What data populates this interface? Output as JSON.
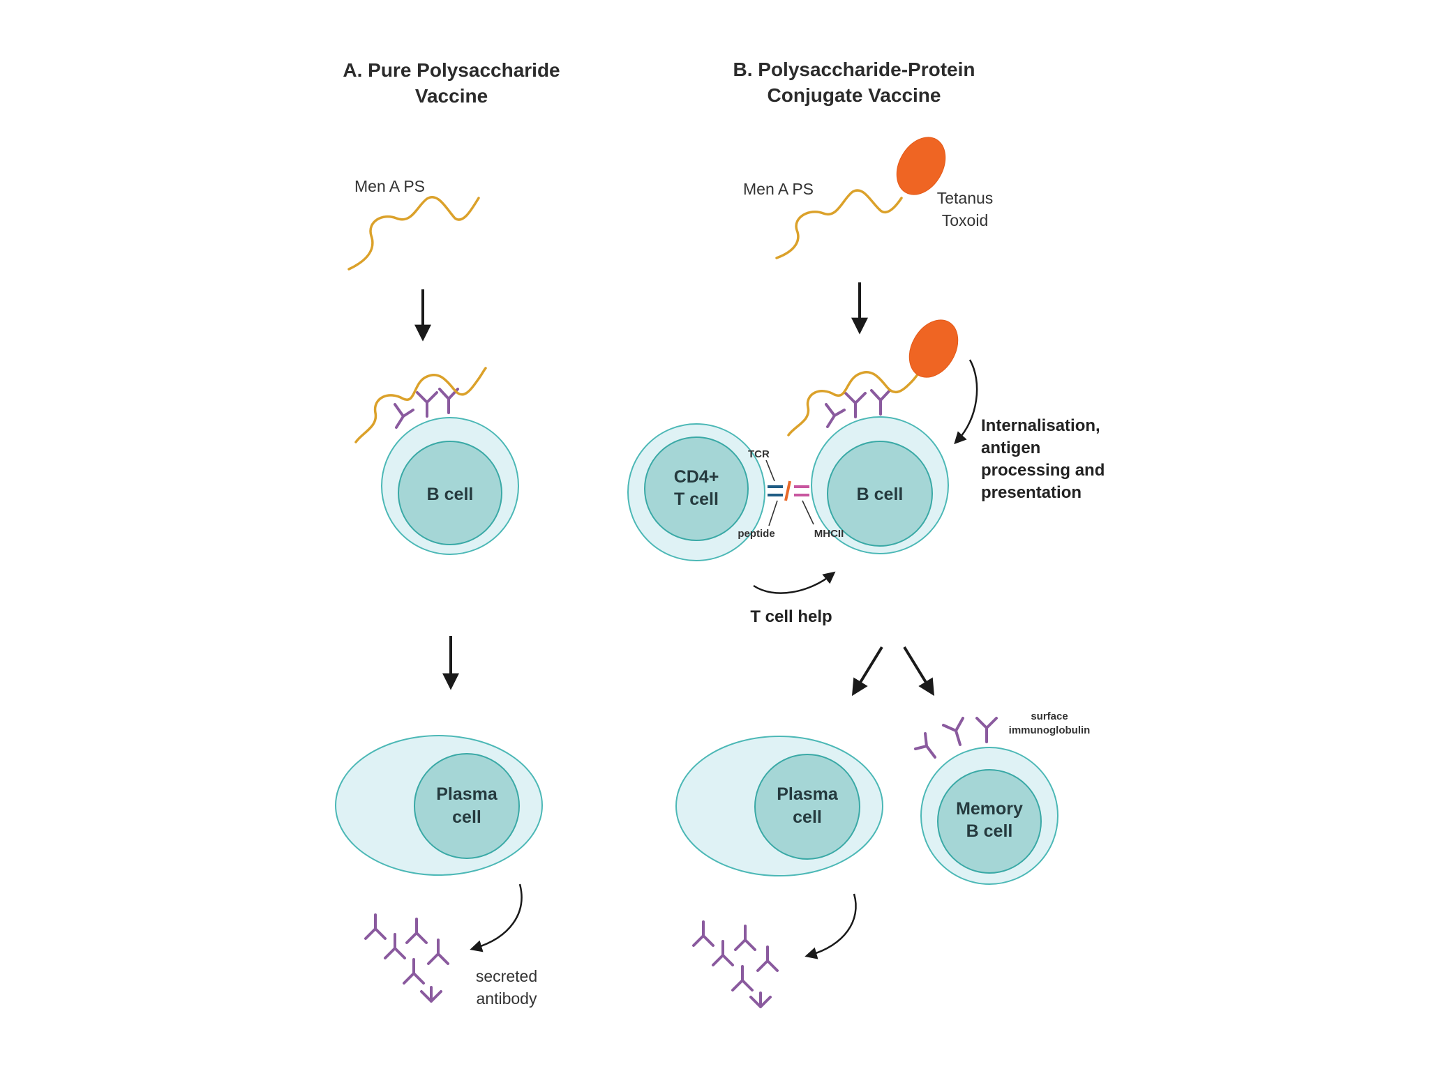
{
  "panel_a": {
    "title_line1": "A. Pure Polysaccharide",
    "title_line2": "Vaccine",
    "ps_label": "Men A PS",
    "b_cell": "B cell",
    "plasma_line1": "Plasma",
    "plasma_line2": "cell",
    "secreted_line1": "secreted",
    "secreted_line2": "antibody"
  },
  "panel_b": {
    "title_line1": "B. Polysaccharide-Protein",
    "title_line2": "Conjugate Vaccine",
    "ps_label": "Men A PS",
    "toxoid_line1": "Tetanus",
    "toxoid_line2": "Toxoid",
    "tcell_line1": "CD4+",
    "tcell_line2": "T cell",
    "b_cell": "B cell",
    "tcr": "TCR",
    "peptide": "peptide",
    "mhc": "MHCII",
    "internal_line1": "Internalisation,",
    "internal_line2": "antigen",
    "internal_line3": "processing and",
    "internal_line4": "presentation",
    "t_help": "T cell help",
    "plasma_line1": "Plasma",
    "plasma_line2": "cell",
    "memory_line1": "Memory",
    "memory_line2": "B cell",
    "surface_line1": "surface",
    "surface_line2": "immunoglobulin"
  },
  "colors": {
    "cell_outer_fill": "#dff2f5",
    "cell_inner_fill": "#a5d6d6",
    "cell_stroke": "#4cb8b6",
    "polysaccharide": "#dba12a",
    "toxoid": "#ef6523",
    "antibody": "#8a5a9e",
    "tcr": "#1f5c84",
    "peptide": "#e86a2a",
    "mhc": "#c8569f"
  }
}
